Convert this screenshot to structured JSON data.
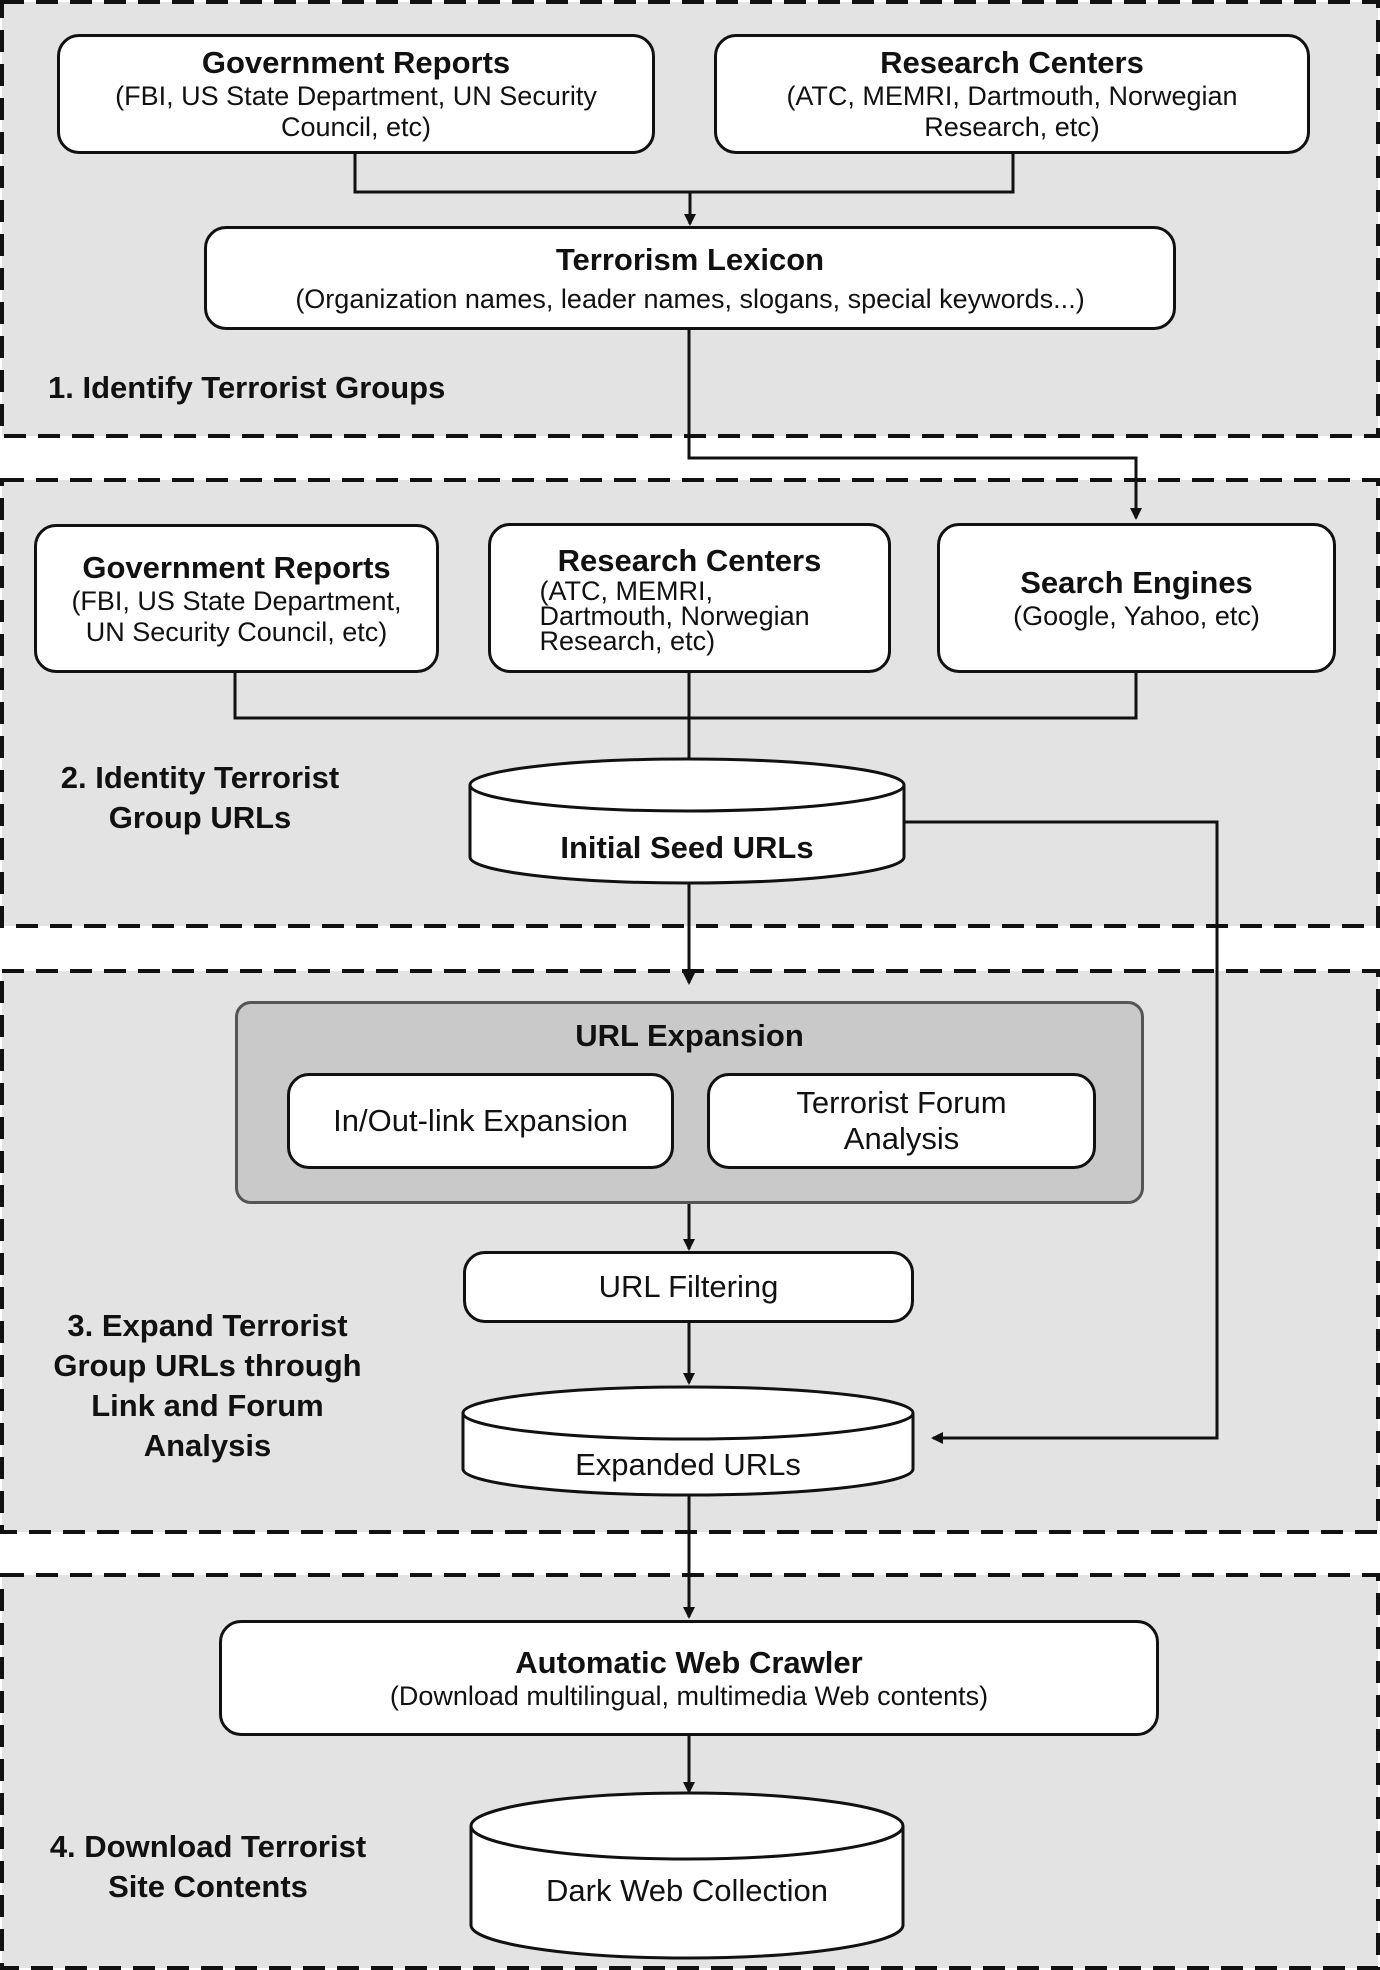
{
  "panels": [
    {
      "label": "1. Identify Terrorist Groups"
    },
    {
      "label": "2. Identity Terrorist Group URLs"
    },
    {
      "label": "3. Expand Terrorist Group URLs through Link and Forum Analysis"
    },
    {
      "label": "4. Download Terrorist Site Contents"
    }
  ],
  "step1": {
    "gov": {
      "title": "Government Reports",
      "subtitle": "(FBI, US State Department, UN Security Council, etc)"
    },
    "research": {
      "title": "Research Centers",
      "subtitle": "(ATC, MEMRI, Dartmouth, Norwegian Research, etc)"
    },
    "lexicon": {
      "title": "Terrorism Lexicon",
      "subtitle": "(Organization names, leader names, slogans, special keywords...)"
    }
  },
  "step2": {
    "gov": {
      "title": "Government Reports",
      "subtitle": "(FBI, US State Department, UN Security Council, etc)"
    },
    "research": {
      "title": "Research Centers",
      "subtitle": "(ATC, MEMRI, Dartmouth, Norwegian Research, etc)"
    },
    "search": {
      "title": "Search Engines",
      "subtitle": "(Google, Yahoo, etc)"
    },
    "seed": "Initial Seed URLs"
  },
  "step3": {
    "expansion": "URL Expansion",
    "inout": "In/Out-link Expansion",
    "forum": "Terrorist Forum Analysis",
    "filtering": "URL Filtering",
    "expanded": "Expanded URLs"
  },
  "step4": {
    "crawler": {
      "title": "Automatic Web Crawler",
      "subtitle": "(Download multilingual, multimedia Web contents)"
    },
    "collection": "Dark Web Collection"
  },
  "colors": {
    "panel_fill": "#e3e3e3",
    "expansion_fill": "#c9c9c9",
    "stroke": "#111111"
  }
}
